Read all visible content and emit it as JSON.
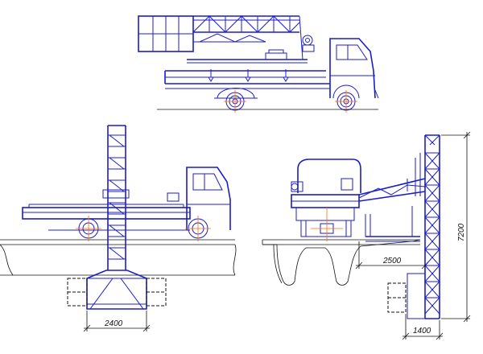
{
  "dimensions": {
    "width_2400": "2400",
    "width_2500": "2500",
    "width_1400": "1400",
    "height_7200": "7200"
  },
  "colors": {
    "line": "#1c1ccc",
    "dimension": "#111111",
    "centerline": "#ff6a00",
    "background": "#ffffff"
  }
}
